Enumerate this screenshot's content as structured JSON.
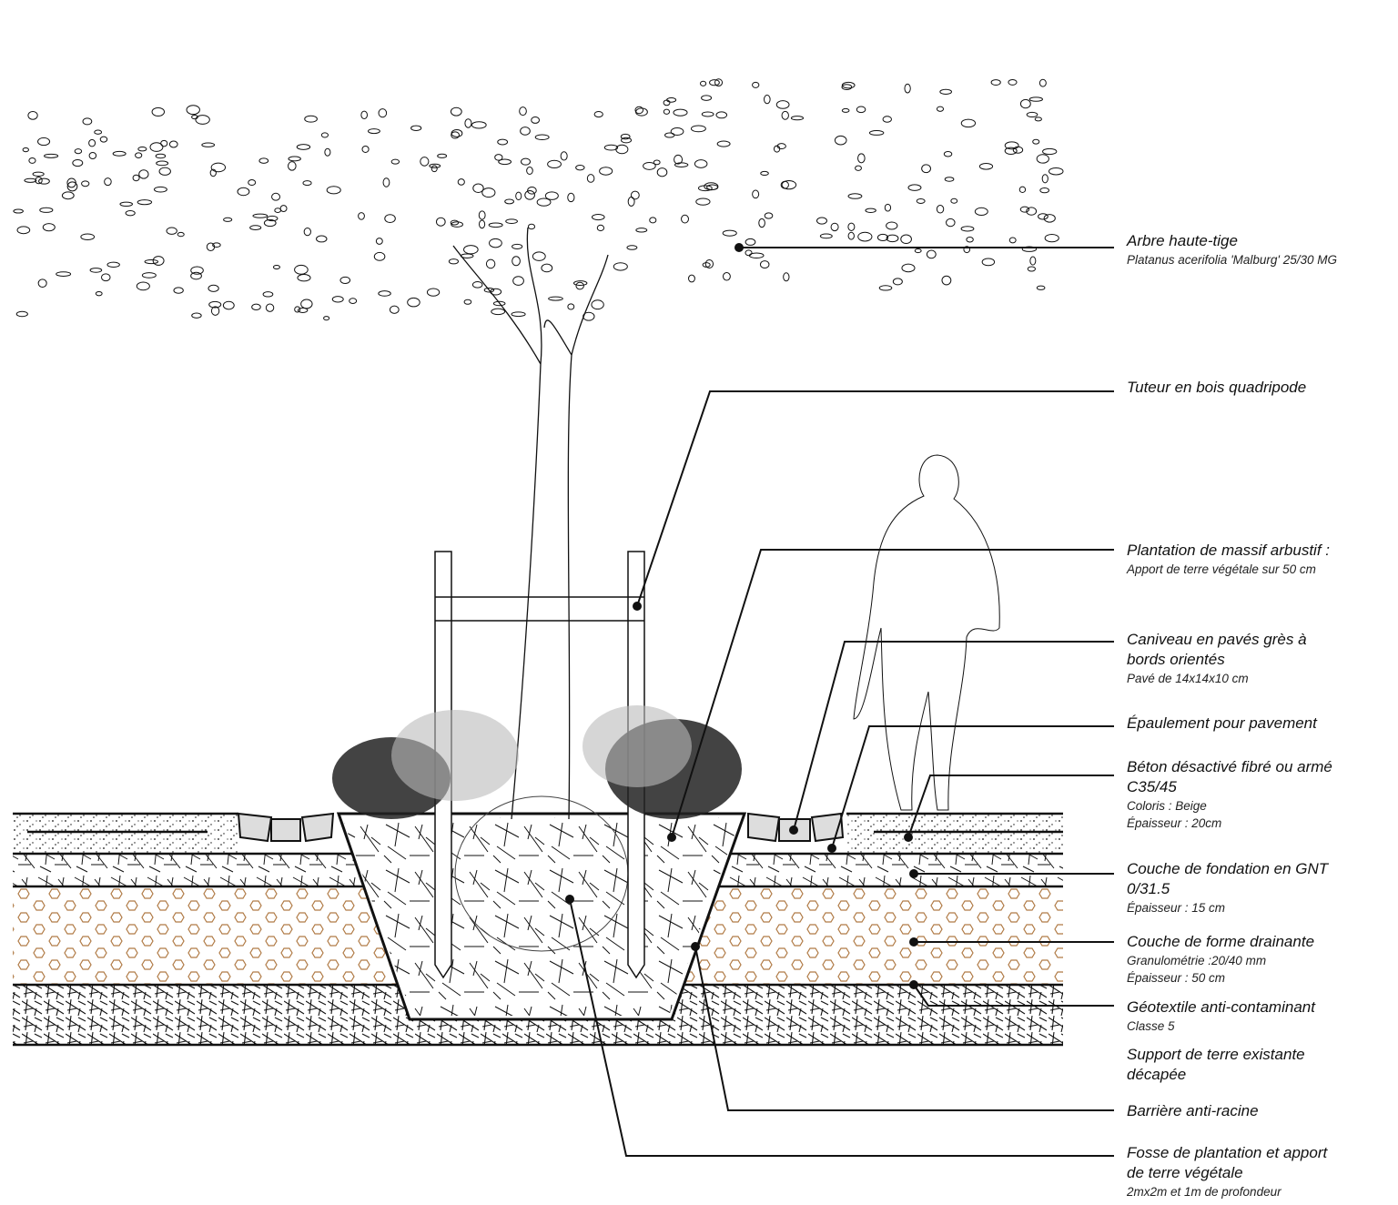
{
  "diagram": {
    "title": "Coupe de plantation d'arbre d'alignement",
    "labels": [
      {
        "id": "arbre",
        "title": [
          "Arbre haute-tige"
        ],
        "sub": [
          "Platanus acerifolia 'Malburg' 25/30 MG"
        ]
      },
      {
        "id": "tuteur",
        "title": [
          "Tuteur en bois quadripode"
        ],
        "sub": []
      },
      {
        "id": "massif",
        "title": [
          "Plantation de massif arbustif :"
        ],
        "sub": [
          "Apport de terre végétale sur 50 cm"
        ]
      },
      {
        "id": "caniveau",
        "title": [
          "Caniveau en pavés grès à",
          "bords orientés"
        ],
        "sub": [
          "Pavé de 14x14x10 cm"
        ]
      },
      {
        "id": "epaulement",
        "title": [
          "Épaulement pour pavement"
        ],
        "sub": []
      },
      {
        "id": "beton",
        "title": [
          "Béton désactivé fibré ou armé",
          "C35/45"
        ],
        "sub": [
          "Coloris : Beige",
          "Épaisseur : 20cm"
        ]
      },
      {
        "id": "fondation",
        "title": [
          "Couche de fondation en GNT",
          "0/31.5"
        ],
        "sub": [
          "Épaisseur : 15 cm"
        ]
      },
      {
        "id": "forme",
        "title": [
          "Couche de forme drainante"
        ],
        "sub": [
          "Granulométrie :20/40 mm",
          "Épaisseur : 50 cm"
        ]
      },
      {
        "id": "geotextile",
        "title": [
          "Géotextile anti-contaminant"
        ],
        "sub": [
          "Classe 5"
        ]
      },
      {
        "id": "support",
        "title": [
          "Support de terre existante",
          "décapée"
        ],
        "sub": []
      },
      {
        "id": "barriere",
        "title": [
          "Barrière anti-racine"
        ],
        "sub": []
      },
      {
        "id": "fosse",
        "title": [
          "Fosse de plantation et apport",
          "de terre végétale"
        ],
        "sub": [
          "2mx2m et 1m de profondeur"
        ]
      }
    ],
    "colors": {
      "ink": "#111111",
      "gravel": "#b07a45",
      "paver": "#dddddd",
      "foliage": "#999999"
    }
  }
}
